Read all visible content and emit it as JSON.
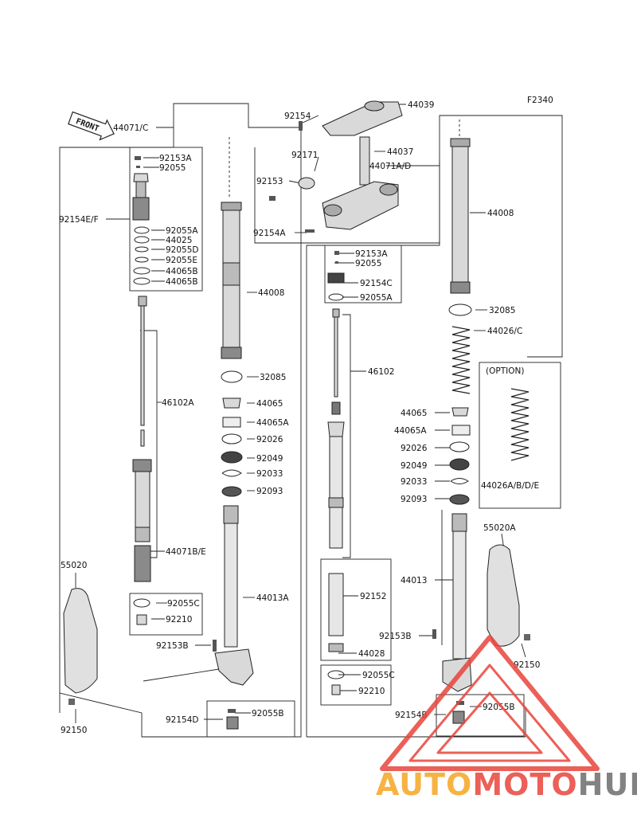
{
  "code": "F2340",
  "front_label": "FRONT",
  "option_label": "(OPTION)",
  "labels": {
    "l44071C": "44071/C",
    "l92153A_1": "92153A",
    "l92055_1": "92055",
    "l92154EF": "92154E/F",
    "l92055A_1": "92055A",
    "l44025": "44025",
    "l92055D": "92055D",
    "l92055E": "92055E",
    "l44065B_1": "44065B",
    "l44065B_2": "44065B",
    "l46102A": "46102A",
    "l44071BE": "44071B/E",
    "l92055C_1": "92055C",
    "l92210_1": "92210",
    "l92153B_1": "92153B",
    "l55020": "55020",
    "l92150_1": "92150",
    "l92154D": "92154D",
    "l92055B_1": "92055B",
    "l44008_1": "44008",
    "l32085_1": "32085",
    "l44065_1": "44065",
    "l44065A_1": "44065A",
    "l92026_1": "92026",
    "l92049_1": "92049",
    "l92033_1": "92033",
    "l92093_1": "92093",
    "l44013A": "44013A",
    "l92154_top": "92154",
    "l44039": "44039",
    "l92171": "92171",
    "l44037": "44037",
    "l92153": "92153",
    "l44071AD": "44071A/D",
    "l92154A": "92154A",
    "l92153A_2": "92153A",
    "l92055_2": "92055",
    "l92154C": "92154C",
    "l92055A_2": "92055A",
    "l46102": "46102",
    "l92152": "92152",
    "l44028": "44028",
    "l92055C_2": "92055C",
    "l92210_2": "92210",
    "l44008_2": "44008",
    "l32085_2": "32085",
    "l44026C": "44026/C",
    "l44065_2": "44065",
    "l44065A_2": "44065A",
    "l92026_2": "92026",
    "l92049_2": "92049",
    "l92033_2": "92033",
    "l92093_2": "92093",
    "l44026ABDE": "44026A/B/D/E",
    "l55020A": "55020A",
    "l44013": "44013",
    "l92153B_2": "92153B",
    "l92150_2": "92150",
    "l92154B": "92154B",
    "l92055B_2": "92055B"
  },
  "watermark": {
    "part1": "AUTO",
    "part2": "MOTO",
    "part3": "HUB"
  },
  "colors": {
    "line": "#222222",
    "part_fill": "#d9d9d9",
    "part_dark": "#8a8a8a",
    "wm_orange": "#f5a623",
    "wm_red": "#e8453c",
    "wm_gray": "#6d6d6d"
  }
}
